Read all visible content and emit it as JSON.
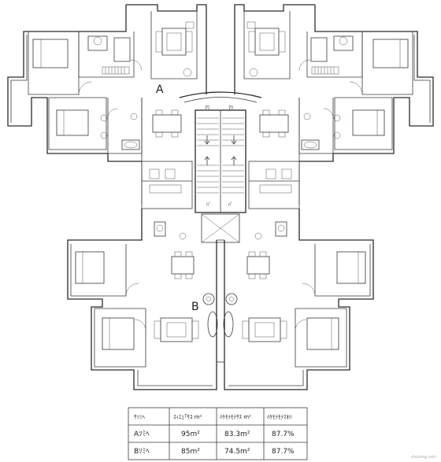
{
  "plan": {
    "unit_a_label": "A",
    "unit_b_label": "B",
    "stair_labels": [
      "ﾏﾜ",
      "ﾏﾜ",
      "ﾊﾞ",
      "ﾊﾞ"
    ]
  },
  "area_table": {
    "headers": [
      "ｻｿﾐﾍ",
      "ｽｨｴｪ｢ｻｽ m²",
      "ﾊｹﾓﾃﾓﾃｻｽ m²",
      "ﾊｹﾓﾃﾓﾃﾏｵﾊ"
    ],
    "rows": [
      {
        "unit": "Aｿﾐﾍ",
        "gross": "95m²",
        "usable": "83.3m²",
        "ratio": "87.7%"
      },
      {
        "unit": "Bｿﾐﾍ",
        "gross": "85m²",
        "usable": "74.5m²",
        "ratio": "87.7%"
      }
    ]
  },
  "watermark": "zhulong.com"
}
